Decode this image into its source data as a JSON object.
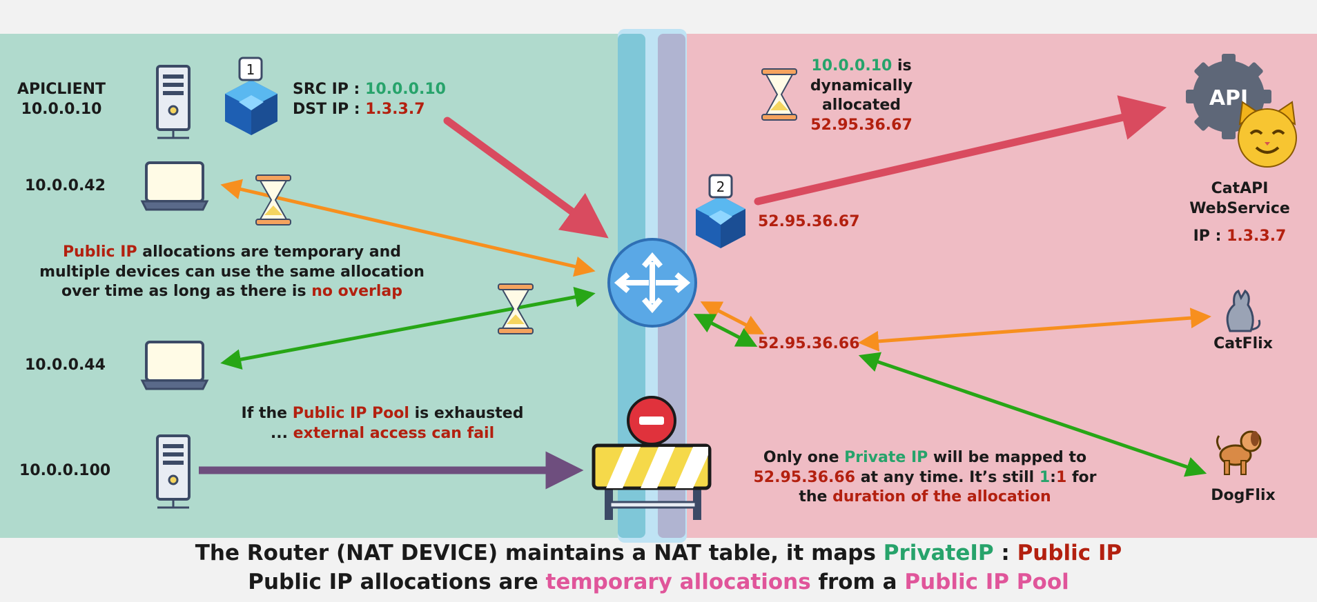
{
  "left": {
    "apiclient": {
      "name": "APICLIENT",
      "ip": "10.0.0.10"
    },
    "device_42": "10.0.0.42",
    "device_44": "10.0.0.44",
    "device_100": "10.0.0.100",
    "packet1": {
      "badge": "1",
      "src_label": "SRC IP : ",
      "src_value": "10.0.0.10",
      "dst_label": "DST IP : ",
      "dst_value": "1.3.3.7"
    },
    "note1": {
      "pre": "Public IP",
      "l1": " allocations are temporary and",
      "l2": "multiple devices can use the same allocation",
      "l3": "over time as long as there is ",
      "hl": "no overlap"
    },
    "note2": {
      "a": "If the ",
      "b": "Public IP Pool",
      "c": " is exhausted",
      "d": "... ",
      "e": "external access can fail"
    }
  },
  "right": {
    "dyn": {
      "ip": "10.0.0.10",
      "is": " is",
      "l2": "dynamically",
      "l3": "allocated",
      "pub": "52.95.36.67"
    },
    "packet2": {
      "badge": "2",
      "ip": "52.95.36.67"
    },
    "shared_ip": "52.95.36.66",
    "catapi": {
      "icon_text": "API",
      "l1": "CatAPI",
      "l2": "WebService",
      "ip_label": "IP : ",
      "ip": "1.3.3.7"
    },
    "catflix": "CatFlix",
    "dogflix": "DogFlix",
    "note": {
      "a": "Only one ",
      "b": "Private IP",
      "c": " will be mapped to",
      "d": "52.95.36.66",
      "e": " at any time. It’s still ",
      "f": "1",
      "g": ":",
      "h": "1",
      "i": " for",
      "j": "the ",
      "k": "duration of the allocation"
    }
  },
  "caption": {
    "l1a": "The Router (NAT DEVICE) maintains a NAT table, it maps ",
    "l1b": "PrivateIP",
    "l1c": " : ",
    "l1d": "Public IP",
    "l2a": "Public IP allocations are ",
    "l2b": "temporary allocations",
    "l2c": " from a ",
    "l2d": "Public IP Pool"
  },
  "colors": {
    "private_bg": "#b0dacd",
    "public_bg": "#efbcc4",
    "private_text": "#27a36b",
    "public_text": "#b3200f",
    "pool_text": "#e0559a",
    "arrow_red": "#d94b5f",
    "arrow_orange": "#f78f1e",
    "arrow_green": "#27a616",
    "arrow_purple": "#6e4e7e"
  }
}
